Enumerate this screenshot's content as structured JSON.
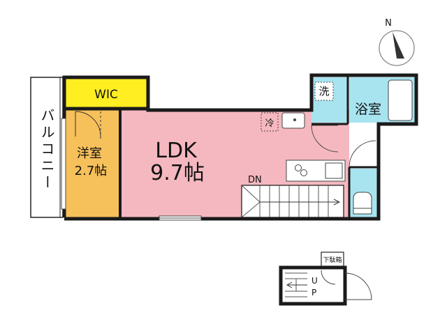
{
  "rooms": {
    "wic": "WIC",
    "balcony": "バルコニー",
    "western_room": "洋室",
    "western_size": "2.7帖",
    "ldk": "LDK",
    "ldk_size": "9.7帖",
    "bath": "浴室",
    "laundry": "洗",
    "fridge": "冷",
    "shoe_box": "下駄箱"
  },
  "stairs": {
    "down": "DN",
    "up_u": "U",
    "up_p": "P"
  },
  "compass": {
    "north": "N"
  },
  "colors": {
    "wic": "#ffee22",
    "western": "#f6c05a",
    "ldk": "#f5b8c0",
    "water": "#a8e4f0",
    "wall": "#1a1a1a"
  }
}
